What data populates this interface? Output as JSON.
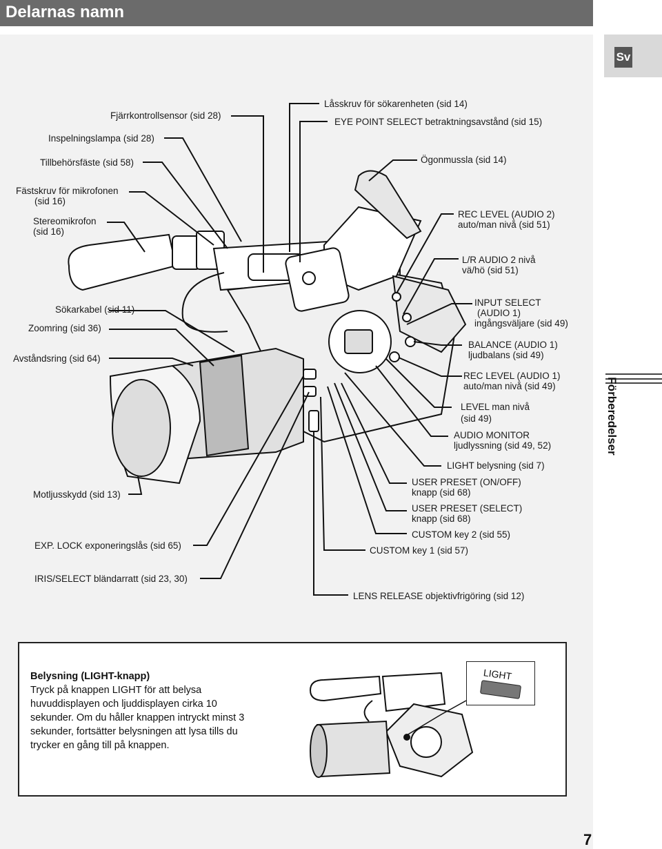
{
  "page": {
    "title": "Delarnas namn",
    "lang_tab": "Sv",
    "section": "Förberedelser",
    "page_number": "7"
  },
  "labels_left": {
    "remote_sensor": "Fjärrkontrollsensor (sid 28)",
    "rec_lamp": "Inspelningslampa (sid 28)",
    "accessory_shoe": "Tillbehörsfäste (sid 58)",
    "mic_screw_1": "Fästskruv för mikrofonen",
    "mic_screw_2": "(sid 16)",
    "stereo_mic_1": "Stereomikrofon",
    "stereo_mic_2": "(sid 16)",
    "vf_cable": "Sökarkabel (sid 11)",
    "zoom_ring": "Zoomring (sid 36)",
    "focus_ring": "Avståndsring (sid 64)",
    "lens_hood": "Motljusskydd (sid 13)",
    "exp_lock": "EXP. LOCK exponeringslås (sid 65)",
    "iris_select": "IRIS/SELECT bländarratt (sid 23, 30)"
  },
  "labels_right": {
    "vf_lock": "Låsskruv för sökarenheten (sid 14)",
    "eye_point": "EYE POINT SELECT betraktningsavstånd (sid 15)",
    "eyecup": "Ögonmussla (sid 14)",
    "rec_level_a2_1": "REC LEVEL (AUDIO 2)",
    "rec_level_a2_2": "auto/man nivå (sid 51)",
    "lr_audio_1": "L/R AUDIO 2 nivå",
    "lr_audio_2": "vä/hö (sid 51)",
    "input_select_1": "INPUT SELECT",
    "input_select_2": "(AUDIO 1)",
    "input_select_3": "ingångsväljare (sid 49)",
    "balance_1": "BALANCE (AUDIO 1)",
    "balance_2": "ljudbalans (sid 49)",
    "rec_level_a1_1": "REC LEVEL (AUDIO 1)",
    "rec_level_a1_2": "auto/man nivå (sid 49)",
    "level_1": "LEVEL man nivå",
    "level_2": "(sid 49)",
    "audio_monitor_1": "AUDIO MONITOR",
    "audio_monitor_2": "ljudlyssning (sid 49, 52)",
    "light": "LIGHT belysning (sid 7)",
    "user_onoff_1": "USER PRESET (ON/OFF)",
    "user_onoff_2": "knapp (sid 68)",
    "user_select_1": "USER PRESET (SELECT)",
    "user_select_2": "knapp (sid 68)",
    "custom2": "CUSTOM key 2 (sid 55)",
    "custom1": "CUSTOM key 1 (sid 57)",
    "lens_release": "LENS RELEASE objektivfrigöring (sid 12)"
  },
  "info": {
    "title": "Belysning (LIGHT-knapp)",
    "body": "Tryck på knappen LIGHT för att belysa huvuddisplayen och ljuddisplayen cirka 10 sekunder. Om du håller knappen intryckt minst 3 sekunder, fortsätter belysningen att lysa tills du trycker en gång till på knappen.",
    "key_label": "LIGHT"
  }
}
